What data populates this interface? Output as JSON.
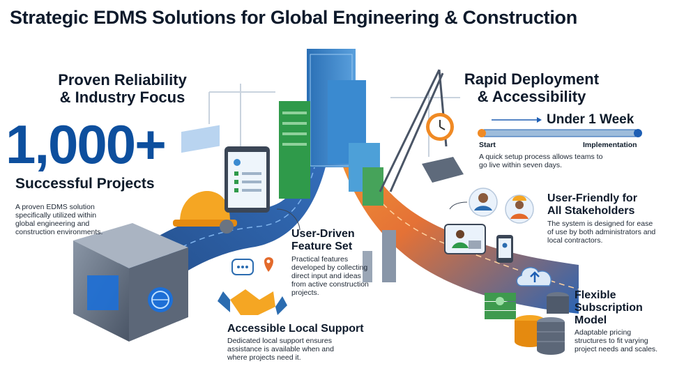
{
  "title": "Strategic EDMS Solutions for Global Engineering & Construction",
  "reliability": {
    "heading_line1": "Proven Reliability",
    "heading_line2": "& Industry Focus",
    "big_number": "1,000+",
    "big_label": "Successful Projects",
    "desc_lines": [
      "A proven EDMS solution",
      "specifically utilized within",
      "global engineering and",
      "construction environments."
    ]
  },
  "deployment": {
    "heading_line1": "Rapid Deployment",
    "heading_line2": "& Accessibility",
    "timeline_label": "Under 1 Week",
    "start_label": "Start",
    "end_label": "Implementation",
    "desc_lines": [
      "A quick setup process allows teams to",
      "go live within seven days."
    ]
  },
  "user_driven": {
    "heading_line1": "User-Driven",
    "heading_line2": "Feature Set",
    "desc_lines": [
      "Practical features",
      "developed by collecting",
      "direct input and ideas",
      "from active construction",
      "projects."
    ]
  },
  "user_friendly": {
    "heading_line1": "User-Friendly for",
    "heading_line2": "All Stakeholders",
    "desc_lines": [
      "The system is designed for ease",
      "of use by both administrators and",
      "local contractors."
    ]
  },
  "local_support": {
    "heading": "Accessible Local Support",
    "desc_lines": [
      "Dedicated local support ensures",
      "assistance is available when and",
      "where projects need it."
    ]
  },
  "subscription": {
    "heading_line1": "Flexible",
    "heading_line2": "Subscription",
    "heading_line3": "Model",
    "desc_lines": [
      "Adaptable pricing",
      "structures to fit varying",
      "project needs and scales."
    ]
  },
  "colors": {
    "accent_blue": "#0d4f9e",
    "road_blue": "#1e5fb4",
    "road_orange": "#f08a24",
    "helmet_orange": "#f5a623",
    "building_green": "#2f9a4a"
  },
  "icons": [
    "hard-hat-icon",
    "tablet-checklist-icon",
    "server-cube-icon",
    "globe-icon",
    "handshake-icon",
    "chat-bubble-icon",
    "location-pin-icon",
    "crane-icon",
    "clock-icon",
    "worker-avatar-icon",
    "laptop-user-icon",
    "phone-icon",
    "cloud-upload-icon",
    "money-stack-icon",
    "coins-icon",
    "database-icon"
  ]
}
